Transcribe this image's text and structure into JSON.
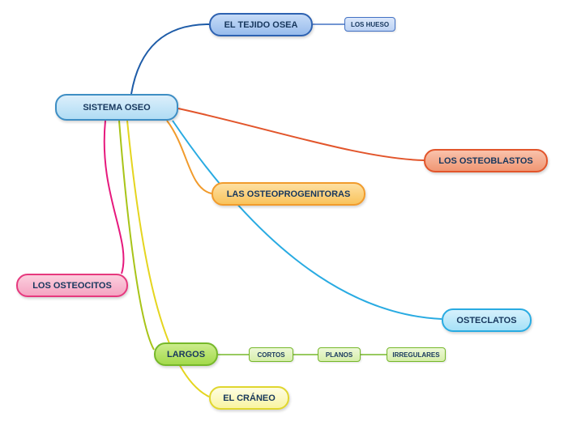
{
  "canvas": {
    "background": "#ffffff"
  },
  "nodes": {
    "sistema_oseo": {
      "label": "SISTEMA OSEO",
      "fill": "#B0DCF4",
      "border": "#3E8EC4"
    },
    "el_tejido_osea": {
      "label": "EL TEJIDO OSEA",
      "fill": "#98BCEC",
      "border": "#2E62B1"
    },
    "los_hueso": {
      "label": "LOS HUESO",
      "fill": "#BCD2F4",
      "border": "#4472C4"
    },
    "los_osteoblastos": {
      "label": "LOS OSTEOBLASTOS",
      "fill": "#F09774",
      "border": "#E2552B"
    },
    "las_osteoprogenitoras": {
      "label": "LAS OSTEOPROGENITORAS",
      "fill": "#F9C35C",
      "border": "#F19B2C"
    },
    "los_osteocitos": {
      "label": "LOS OSTEOCITOS",
      "fill": "#F5A4C2",
      "border": "#E6397E"
    },
    "osteclatos": {
      "label": "OSTECLATOS",
      "fill": "#A6E1F7",
      "border": "#29ABE2"
    },
    "largos": {
      "label": "LARGOS",
      "fill": "#A3DA4B",
      "border": "#76B82A"
    },
    "cortos": {
      "label": "CORTOS",
      "fill": "#D6EEAA",
      "border": "#76B82A"
    },
    "planos": {
      "label": "PLANOS",
      "fill": "#D6EEAA",
      "border": "#76B82A"
    },
    "irregulares": {
      "label": "IRREGULARES",
      "fill": "#D6EEAA",
      "border": "#76B82A"
    },
    "el_craneo": {
      "label": "EL CRÁNEO",
      "fill": "#F9F4A2",
      "border": "#E0D62E"
    }
  },
  "connectors": [
    {
      "from": "sistema_oseo",
      "to": "el_tejido_osea",
      "color": "#1E5CA8"
    },
    {
      "from": "el_tejido_osea",
      "to": "los_hueso",
      "color": "#4472C4"
    },
    {
      "from": "sistema_oseo",
      "to": "los_osteoblastos",
      "color": "#E2552B"
    },
    {
      "from": "sistema_oseo",
      "to": "las_osteoprogenitoras",
      "color": "#F19B2C"
    },
    {
      "from": "sistema_oseo",
      "to": "osteclatos",
      "color": "#29ABE2"
    },
    {
      "from": "sistema_oseo",
      "to": "los_osteocitos",
      "color": "#E6197D"
    },
    {
      "from": "sistema_oseo",
      "to": "largos",
      "color": "#A8C418"
    },
    {
      "from": "sistema_oseo",
      "to": "el_craneo",
      "color": "#E5D51F"
    },
    {
      "from": "largos",
      "to": "cortos",
      "color": "#76B82A"
    },
    {
      "from": "cortos",
      "to": "planos",
      "color": "#76B82A"
    },
    {
      "from": "planos",
      "to": "irregulares",
      "color": "#76B82A"
    }
  ]
}
